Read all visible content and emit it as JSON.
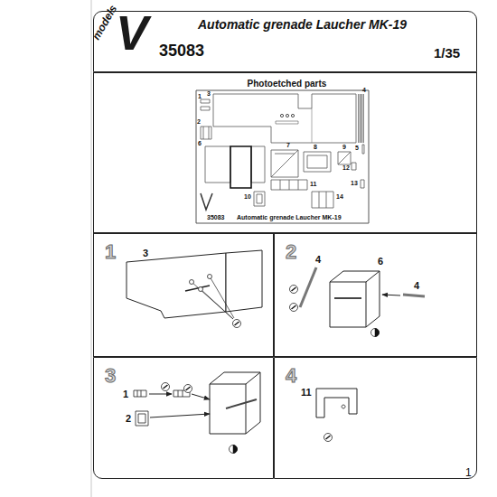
{
  "diagram": {
    "nodes": [
      {
        "text": [
          "Automatic grenade Laucher MK-19",
          "35083",
          "1/35"
        ]
      },
      {
        "text": [
          "Photoetched parts"
        ]
      },
      {
        "text": [
          "1"
        ]
      },
      {
        "text": [
          "2"
        ]
      },
      {
        "text": [
          "3"
        ]
      },
      {
        "text": [
          "4"
        ]
      }
    ],
    "labels": [
      "models",
      "V",
      "1",
      "3",
      "4",
      "2",
      "5",
      "6",
      "7",
      "8",
      "9",
      "12",
      "13",
      "10",
      "14",
      "11",
      "35083",
      "Automatic grenade Laucher MK-19",
      "3",
      "4",
      "6",
      "4",
      "1",
      "2",
      "11",
      "1"
    ]
  }
}
